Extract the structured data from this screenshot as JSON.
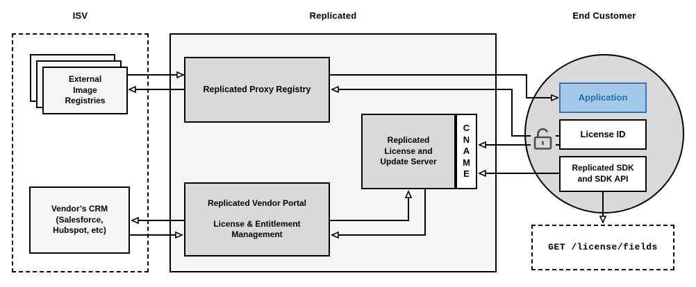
{
  "titles": {
    "isv": "ISV",
    "replicated": "Replicated",
    "end_customer": "End Customer"
  },
  "nodes": {
    "external_image_registries": {
      "lines": [
        "External",
        "Image",
        "Registries"
      ]
    },
    "vendors_crm": {
      "lines": [
        "Vendor’s CRM",
        "(Salesforce,",
        "Hubspot, etc)"
      ]
    },
    "proxy_registry": {
      "label": "Replicated Proxy Registry"
    },
    "license_update_server": {
      "lines": [
        "Replicated",
        "License and",
        "Update Server"
      ]
    },
    "cname": {
      "label": "CNAME"
    },
    "vendor_portal": {
      "title": "Replicated Vendor Portal",
      "subtitle_lines": [
        "License & Entitlement",
        "Management"
      ]
    },
    "application": {
      "label": "Application"
    },
    "license_id": {
      "label": "License ID"
    },
    "replicated_sdk": {
      "lines": [
        "Replicated SDK",
        "and SDK API"
      ]
    },
    "get_license_fields": {
      "label": "GET /license/fields"
    }
  },
  "icons": {
    "lock": "unlocked-padlock-icon"
  },
  "colors": {
    "section_fill": "#f5f5f5",
    "gray_node_fill": "#d9d9d9",
    "light_node_fill": "#f5f5f5",
    "white_node_fill": "#ffffff",
    "circle_fill": "#d9d9d9",
    "application_fill": "#a7c9e8",
    "application_border": "#2e75b6",
    "application_text": "#1f6fb5",
    "line_color": "#000000",
    "lock_color": "#4d4d4d"
  }
}
